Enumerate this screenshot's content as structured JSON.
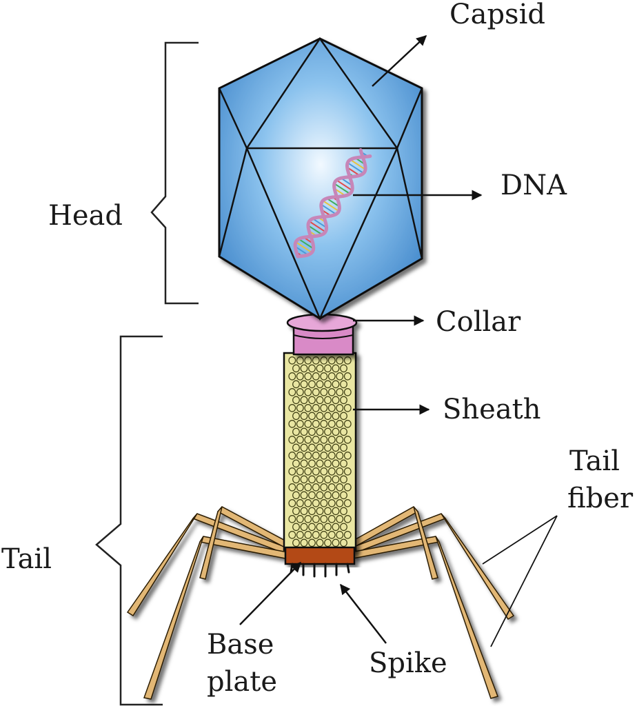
{
  "labels": {
    "capsid": "Capsid",
    "dna": "DNA",
    "head": "Head",
    "collar": "Collar",
    "sheath": "Sheath",
    "tail_fiber_line1": "Tail",
    "tail_fiber_line2": "fiber",
    "tail": "Tail",
    "base_plate_line1": "Base",
    "base_plate_line2": "plate",
    "spike": "Spike"
  },
  "colors": {
    "capsid_fill": "#6fb1e6",
    "capsid_light": "#e8f4fd",
    "collar": "#d98ac7",
    "sheath": "#e9e6a2",
    "base_plate": "#b34a16",
    "fiber": "#e2b774",
    "dna_strand": "#c786b8"
  }
}
